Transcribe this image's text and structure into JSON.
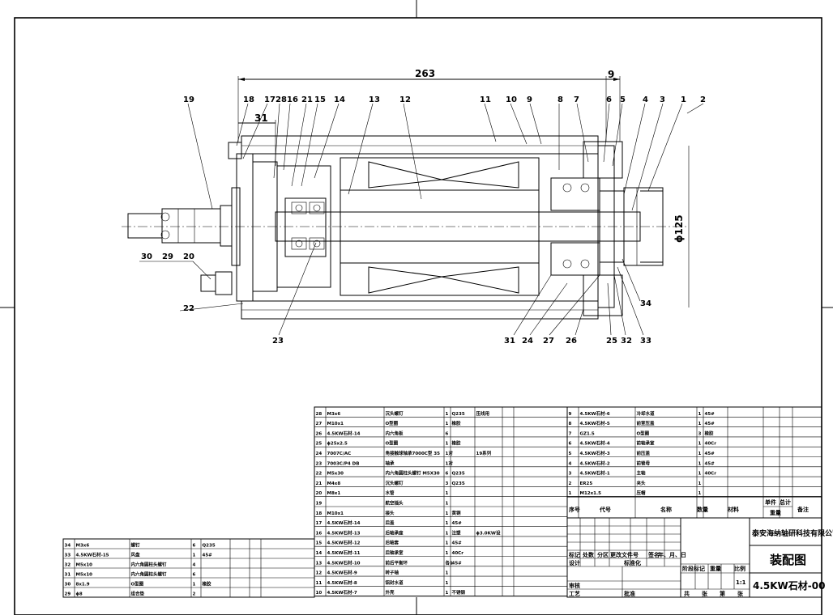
{
  "dimensions": {
    "overall_length": "263",
    "left_length": "31",
    "right_gap": "9",
    "diameter": "ϕ125"
  },
  "callouts_top": [
    "19",
    "18",
    "17",
    "28",
    "16",
    "21",
    "15",
    "14",
    "13",
    "12",
    "11",
    "10",
    "9",
    "8",
    "7",
    "6",
    "5",
    "4",
    "3",
    "1",
    "2"
  ],
  "callouts_bottom": [
    "31",
    "24",
    "27",
    "26",
    "25",
    "32",
    "33"
  ],
  "callouts_left": [
    "30",
    "29",
    "20",
    "22",
    "23"
  ],
  "callout_34": "34",
  "bom_right": [
    {
      "no": "28",
      "code": "M3x6",
      "name": "沉头螺钉",
      "qty": "1",
      "mat": "Q235",
      "note": "压线用"
    },
    {
      "no": "27",
      "code": "M10x1",
      "name": "O型圈",
      "qty": "1",
      "mat": "橡胶",
      "note": ""
    },
    {
      "no": "26",
      "code": "4.5KW石材-14",
      "name": "内六角板",
      "qty": "6",
      "mat": "",
      "note": ""
    },
    {
      "no": "25",
      "code": "ϕ25x2.5",
      "name": "O型圈",
      "qty": "1",
      "mat": "橡胶",
      "note": ""
    },
    {
      "no": "24",
      "code": "7007C/AC",
      "name": "角接触球轴承7000C型 35",
      "qty": "1对",
      "mat": "",
      "note": "19系列"
    },
    {
      "no": "23",
      "code": "7003C/P4 DB",
      "name": "轴承",
      "qty": "1对",
      "mat": "",
      "note": ""
    },
    {
      "no": "22",
      "code": "M5x30",
      "name": "内六角圆柱头螺钉 M5X30",
      "qty": "6",
      "mat": "Q235",
      "note": ""
    },
    {
      "no": "21",
      "code": "M4x8",
      "name": "沉头螺钉",
      "qty": "3",
      "mat": "Q235",
      "note": ""
    },
    {
      "no": "20",
      "code": "M8x1",
      "name": "水管",
      "qty": "1",
      "mat": "",
      "note": ""
    },
    {
      "no": "19",
      "code": "",
      "name": "航空插头",
      "qty": "1",
      "mat": "",
      "note": ""
    },
    {
      "no": "18",
      "code": "M10x1",
      "name": "接头",
      "qty": "1",
      "mat": "黄铜",
      "note": ""
    },
    {
      "no": "17",
      "code": "4.5KW石材-14",
      "name": "后盖",
      "qty": "1",
      "mat": "45#",
      "note": ""
    },
    {
      "no": "16",
      "code": "4.5KW石材-13",
      "name": "后轴承座",
      "qty": "1",
      "mat": "注塑",
      "note": "ϕ3.0KW设"
    },
    {
      "no": "15",
      "code": "4.5KW石材-12",
      "name": "后轴套",
      "qty": "1",
      "mat": "45#",
      "note": ""
    },
    {
      "no": "14",
      "code": "4.5KW石材-11",
      "name": "后轴承室",
      "qty": "1",
      "mat": "40Cr",
      "note": ""
    },
    {
      "no": "13",
      "code": "4.5KW石材-10",
      "name": "前后平衡环",
      "qty": "各1",
      "mat": "45#",
      "note": ""
    },
    {
      "no": "12",
      "code": "4.5KW石材-9",
      "name": "转子轴",
      "qty": "1",
      "mat": "",
      "note": ""
    },
    {
      "no": "11",
      "code": "4.5KW石材-8",
      "name": "铝封水道",
      "qty": "1",
      "mat": "",
      "note": ""
    },
    {
      "no": "10",
      "code": "4.5KW石材-7",
      "name": "外壳",
      "qty": "1",
      "mat": "不锈钢",
      "note": ""
    }
  ],
  "bom_far": [
    {
      "no": "9",
      "code": "4.5KW石材-6",
      "name": "冷却水道",
      "qty": "1",
      "mat": "45#"
    },
    {
      "no": "8",
      "code": "4.5KW石材-5",
      "name": "前室压盖",
      "qty": "1",
      "mat": "45#"
    },
    {
      "no": "7",
      "code": "GZ1.5",
      "name": "O型圈",
      "qty": "3",
      "mat": "橡胶"
    },
    {
      "no": "6",
      "code": "4.5KW石材-4",
      "name": "前轴承室",
      "qty": "1",
      "mat": "40Cr"
    },
    {
      "no": "5",
      "code": "4.5KW石材-3",
      "name": "前压盖",
      "qty": "1",
      "mat": "45#"
    },
    {
      "no": "4",
      "code": "4.5KW石材-2",
      "name": "前锁母",
      "qty": "1",
      "mat": "45#"
    },
    {
      "no": "3",
      "code": "4.5KW石材-1",
      "name": "主轴",
      "qty": "1",
      "mat": "40Cr"
    },
    {
      "no": "2",
      "code": "ER25",
      "name": "夹头",
      "qty": "1",
      "mat": ""
    },
    {
      "no": "1",
      "code": "M12x1.5",
      "name": "压帽",
      "qty": "1",
      "mat": ""
    }
  ],
  "bom_far_header": {
    "no": "序号",
    "code": "代号",
    "name": "名称",
    "qty": "数量",
    "mat": "材料",
    "w1": "单件",
    "w2": "总计",
    "weight": "重量",
    "note": "备注"
  },
  "bom_left": [
    {
      "no": "34",
      "code": "M3x6",
      "name": "螺钉",
      "qty": "6",
      "mat": "Q235"
    },
    {
      "no": "33",
      "code": "4.5KW石材-15",
      "name": "风盘",
      "qty": "1",
      "mat": "45#"
    },
    {
      "no": "32",
      "code": "M5x10",
      "name": "内六角圆柱头螺钉",
      "qty": "4",
      "mat": ""
    },
    {
      "no": "31",
      "code": "M5x10",
      "name": "内六角圆柱头螺钉",
      "qty": "6",
      "mat": ""
    },
    {
      "no": "30",
      "code": "8x1.9",
      "name": "O型圈",
      "qty": "1",
      "mat": "橡胶"
    },
    {
      "no": "29",
      "code": "ϕ8",
      "name": "组合垫",
      "qty": "2",
      "mat": ""
    }
  ],
  "title_block": {
    "company": "泰安海纳轴研科技有限公司",
    "drawing_title": "装配图",
    "drawing_no": "4.5KW石材-00",
    "scale": "1:1",
    "rev_header": [
      "标记",
      "处数",
      "分区",
      "更改文件号",
      "签名",
      "年、月、日"
    ],
    "row_labels": [
      "设计",
      "标准化",
      "审核",
      "工艺",
      "批准"
    ],
    "stage_header": [
      "阶段标记",
      "重量",
      "比例"
    ],
    "sheet_text": [
      "共",
      "张",
      "第",
      "张"
    ]
  }
}
